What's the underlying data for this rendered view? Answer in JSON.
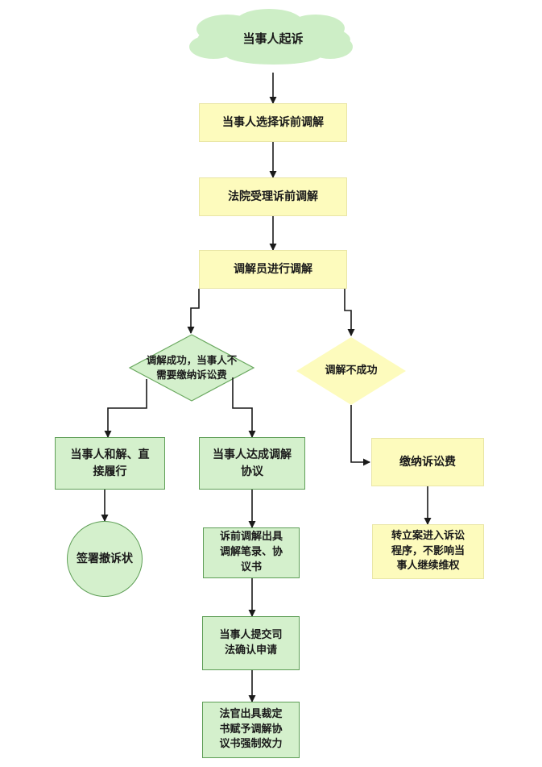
{
  "nodes": {
    "start": "当事人起诉",
    "choose": "当事人选择诉前调解",
    "accept": "法院受理诉前调解",
    "mediate": "调解员进行调解",
    "success": [
      "调解成功，当事人不",
      "需要缴纳诉讼费"
    ],
    "fail": "调解不成功",
    "reconcile": [
      "当事人和解、直",
      "接履行"
    ],
    "agreement": [
      "当事人达成调解",
      "协议"
    ],
    "pay_fee": "缴纳诉讼费",
    "withdraw": "签署撤诉状",
    "issue_record": [
      "诉前调解出具",
      "调解笔录、协",
      "议书"
    ],
    "file_case": [
      "转立案进入诉讼",
      "程序，不影响当",
      "事人继续维权"
    ],
    "submit_confirm": [
      "当事人提交司",
      "法确认申请"
    ],
    "ruling": [
      "法官出具裁定",
      "书赋予调解协",
      "议书强制效力"
    ]
  },
  "colors": {
    "cloud": "#cdeec6",
    "process": "#fdfbbd",
    "decision": "#fdfbbd",
    "outcome": "#d4f0cc",
    "outcome_border": "#5e9e56",
    "arrow": "#1a1a1a"
  }
}
